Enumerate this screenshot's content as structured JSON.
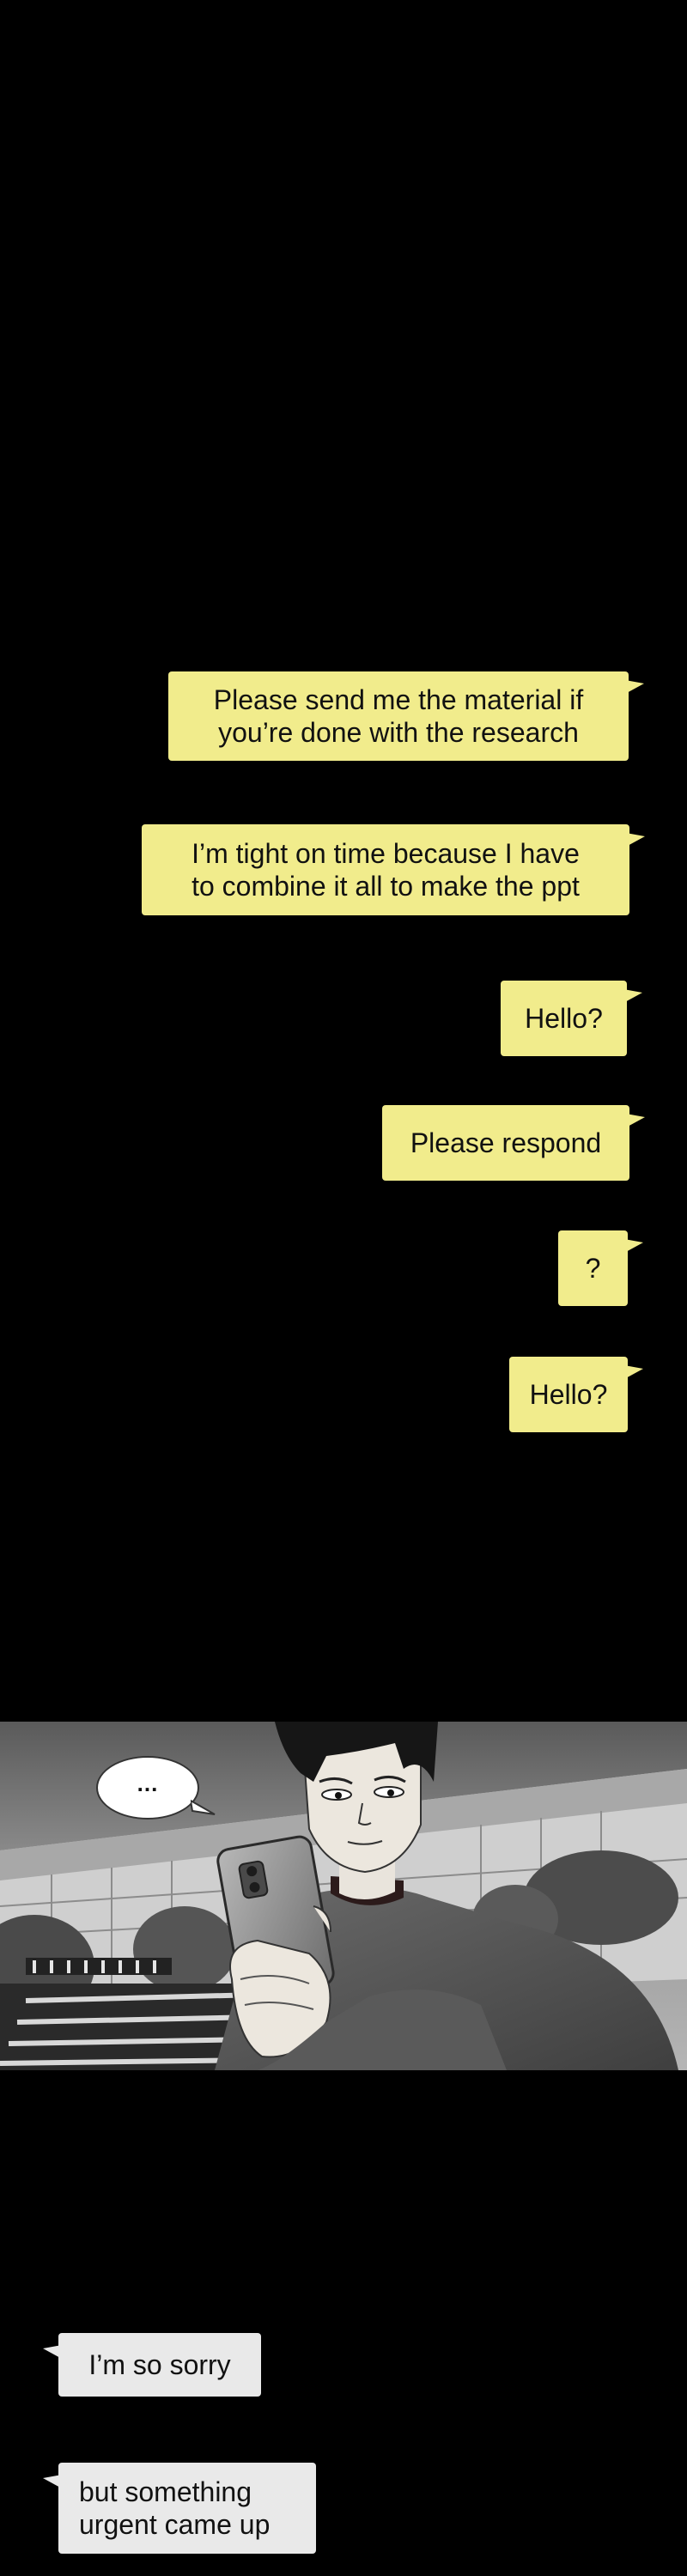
{
  "messages_sent": [
    {
      "text": "Please send me the material if\nyou’re done with the research"
    },
    {
      "text": "I’m tight on time because I have\nto combine it all to make the ppt"
    },
    {
      "text": "Hello?"
    },
    {
      "text": "Please respond"
    },
    {
      "text": "?"
    },
    {
      "text": "Hello?"
    }
  ],
  "panel": {
    "thought_bubble": "..."
  },
  "messages_received": [
    {
      "text": "I’m so sorry"
    },
    {
      "text": "but something\nurgent came up"
    }
  ],
  "colors": {
    "background": "#000000",
    "sent_bubble": "#f1ec8c",
    "received_bubble": "#e9e9e9"
  },
  "icons": {
    "panel_art": "man-holding-phone-illustration"
  }
}
